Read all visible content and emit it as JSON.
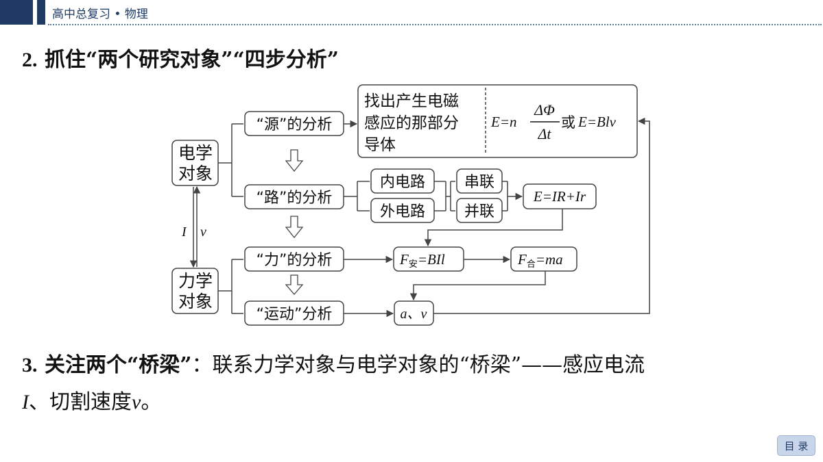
{
  "header": {
    "title": "高中总复习 • 物理",
    "bar_color": "#1f3b64"
  },
  "section2": {
    "number": "2.",
    "title": "抓住“两个研究对象”“四步分析”"
  },
  "diagram": {
    "electric_object": [
      "电学",
      "对象"
    ],
    "mechanic_object": [
      "力学",
      "对象"
    ],
    "link_I": "I",
    "link_v": "v",
    "source_analysis": "“源”的分析",
    "circuit_analysis": "“路”的分析",
    "force_analysis": "“力”的分析",
    "motion_analysis": "“运动”分析",
    "source_desc": [
      "找出产生电磁",
      "感应的那部分",
      "导体"
    ],
    "emf_E": "E",
    "emf_eq_n": "=n",
    "emf_num": "ΔΦ",
    "emf_den": "Δt",
    "emf_or": "或",
    "emf_alt": "E=Blv",
    "inner_circuit": "内电路",
    "outer_circuit": "外电路",
    "series": "串联",
    "parallel": "并联",
    "ohm_law": "E=IR+Ir",
    "ampere_F": "F",
    "ampere_sub": "安",
    "ampere_rhs": "=BIl",
    "net_F": "F",
    "net_sub": "合",
    "net_rhs": "=ma",
    "av": "a、v"
  },
  "section3": {
    "number": "3.",
    "title": "关注两个“桥梁”",
    "colon": "：",
    "text1": "联系力学对象与电学对象的“桥梁”——感应电流",
    "var_I": "I",
    "text2": "、切割速度",
    "var_v": "v",
    "text3": "。"
  },
  "toc_button": "目 录"
}
